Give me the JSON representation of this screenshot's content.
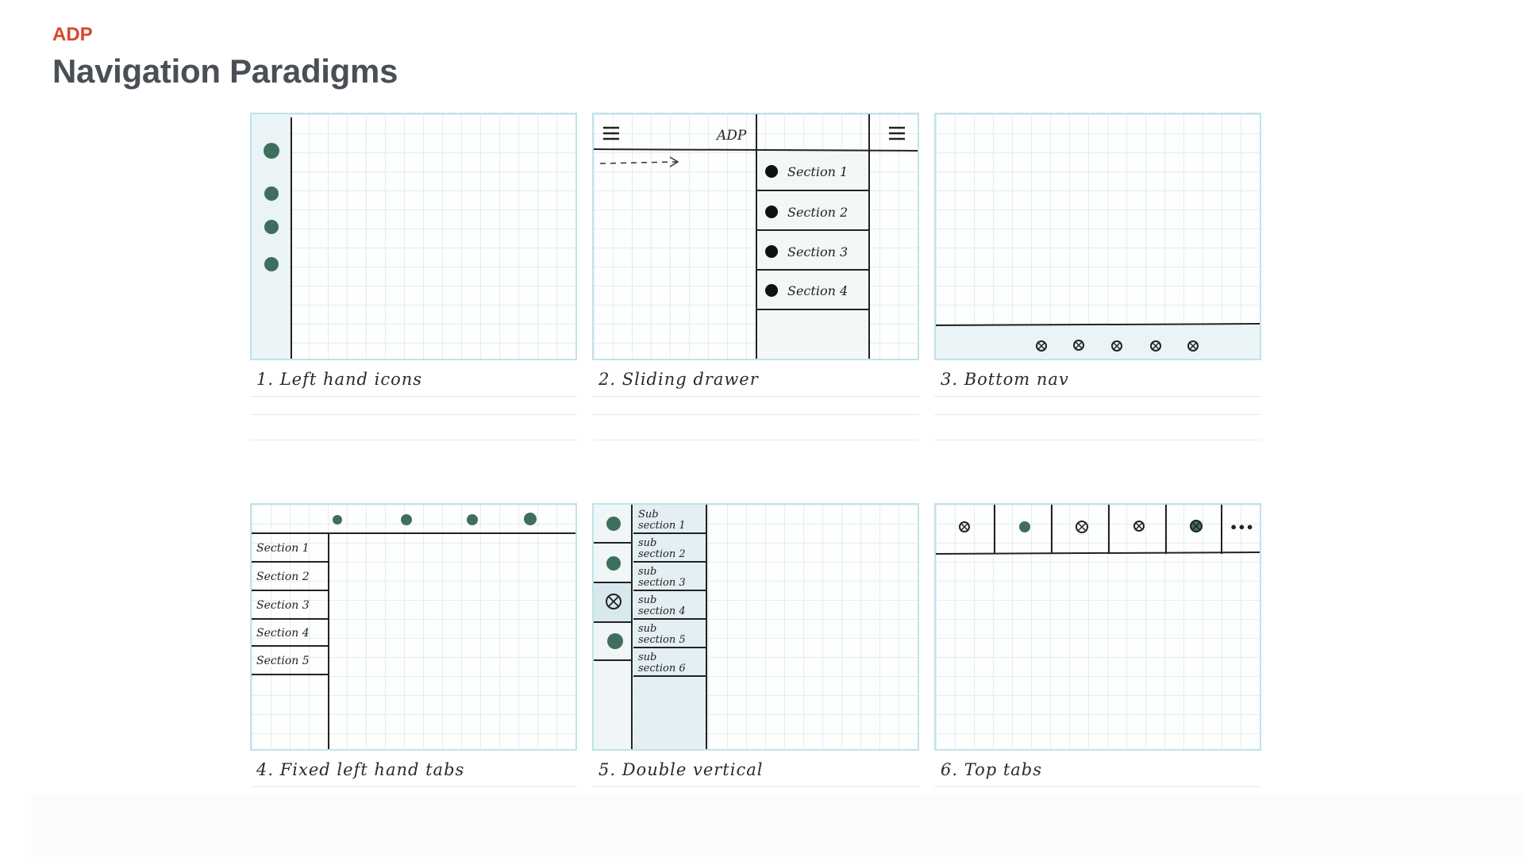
{
  "header": {
    "eyebrow": "ADP",
    "title": "Navigation Paradigms"
  },
  "colors": {
    "accent": "#d9472b",
    "title": "#4a4f57",
    "dot": "#3f6e5e",
    "panel_border": "#bfe3ea"
  },
  "panels": [
    {
      "caption": "1. Left hand icons"
    },
    {
      "caption": "2. Sliding drawer",
      "app_label": "ADP",
      "drawer_items": [
        "Section 1",
        "Section 2",
        "Section 3",
        "Section 4"
      ]
    },
    {
      "caption": "3. Bottom nav"
    },
    {
      "caption": "4. Fixed left hand tabs",
      "tabs": [
        "Section 1",
        "Section 2",
        "Section 3",
        "Section 4",
        "Section 5"
      ]
    },
    {
      "caption": "5. Double vertical",
      "sub_lines": [
        [
          "Sub",
          "section 1"
        ],
        [
          "sub",
          "section 2"
        ],
        [
          "sub",
          "section 3"
        ],
        [
          "sub",
          "section 4"
        ],
        [
          "sub",
          "section 5"
        ],
        [
          "sub",
          "section 6"
        ]
      ]
    },
    {
      "caption": "6. Top tabs",
      "more_label": "•••"
    }
  ]
}
